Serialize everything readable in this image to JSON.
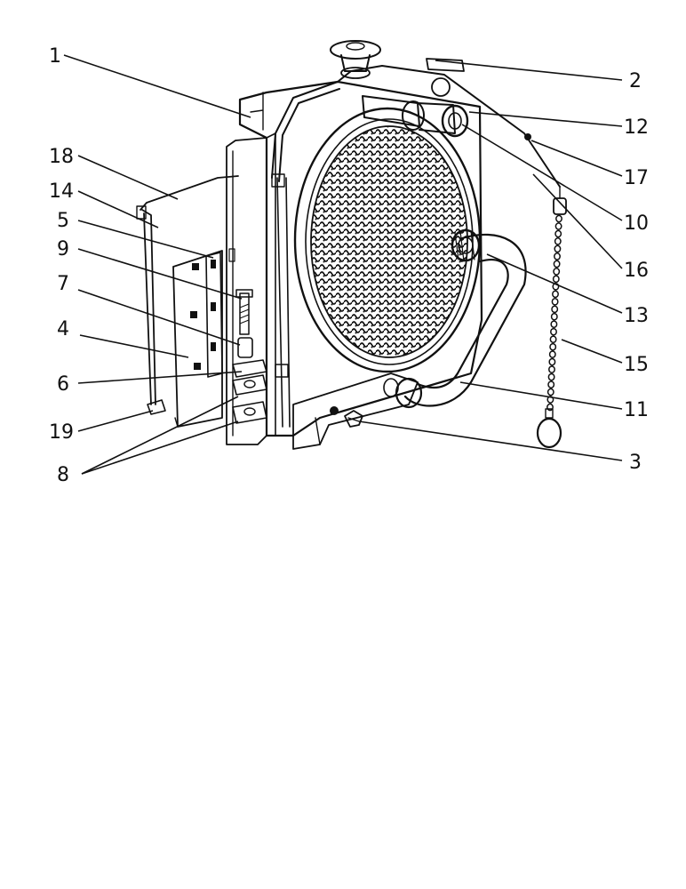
{
  "figure": {
    "callouts": [
      "1",
      "2",
      "3",
      "4",
      "5",
      "6",
      "7",
      "8",
      "9",
      "10",
      "11",
      "12",
      "13",
      "14",
      "15",
      "16",
      "17",
      "18",
      "19"
    ]
  },
  "colors": {
    "ink": "#111111",
    "paper": "#ffffff"
  }
}
